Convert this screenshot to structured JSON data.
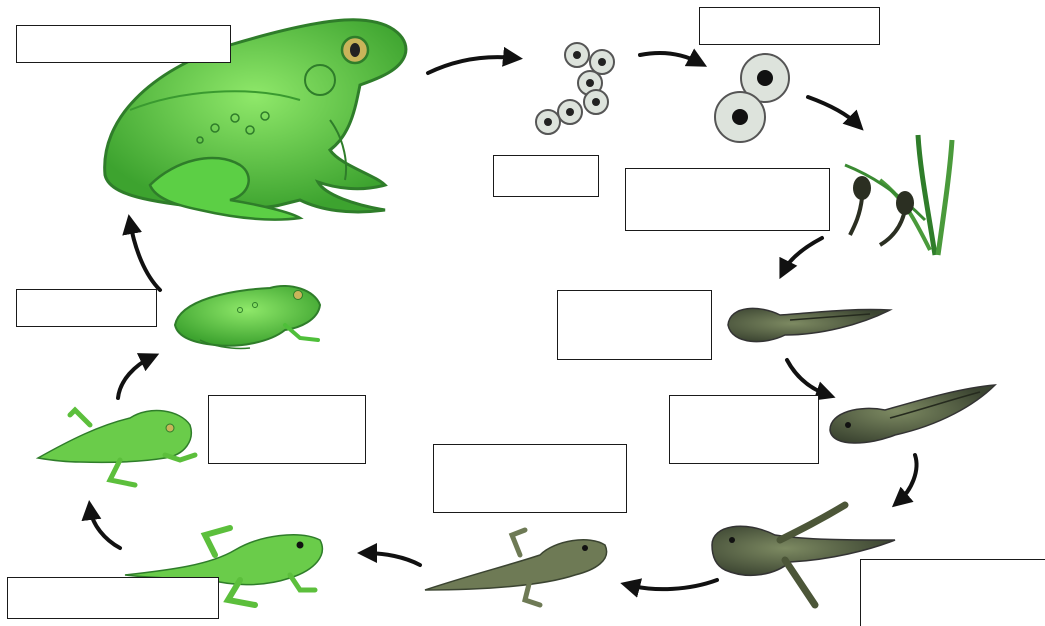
{
  "diagram": {
    "stages": [
      {
        "id": "adult-frog",
        "label": ""
      },
      {
        "id": "egg-cluster",
        "label": ""
      },
      {
        "id": "single-eggs",
        "label": ""
      },
      {
        "id": "hatching-tadpoles",
        "label": ""
      },
      {
        "id": "young-tadpole",
        "label": ""
      },
      {
        "id": "tadpole-with-gills",
        "label": ""
      },
      {
        "id": "tadpole-with-hind-legs",
        "label": ""
      },
      {
        "id": "tadpole-with-four-legs",
        "label": ""
      },
      {
        "id": "froglet-with-tail",
        "label": ""
      },
      {
        "id": "froglet",
        "label": ""
      },
      {
        "id": "young-frog",
        "label": ""
      }
    ],
    "colors": {
      "frog_light": "#7ed957",
      "frog_mid": "#4fbf3a",
      "frog_dark": "#2f7d2a",
      "tadpole_light": "#6e7a55",
      "tadpole_dark": "#3b4431",
      "egg_shell": "#dde3dc",
      "plant": "#4a9a3b",
      "arrow": "#111111",
      "box_border": "#1a1a1a"
    }
  }
}
